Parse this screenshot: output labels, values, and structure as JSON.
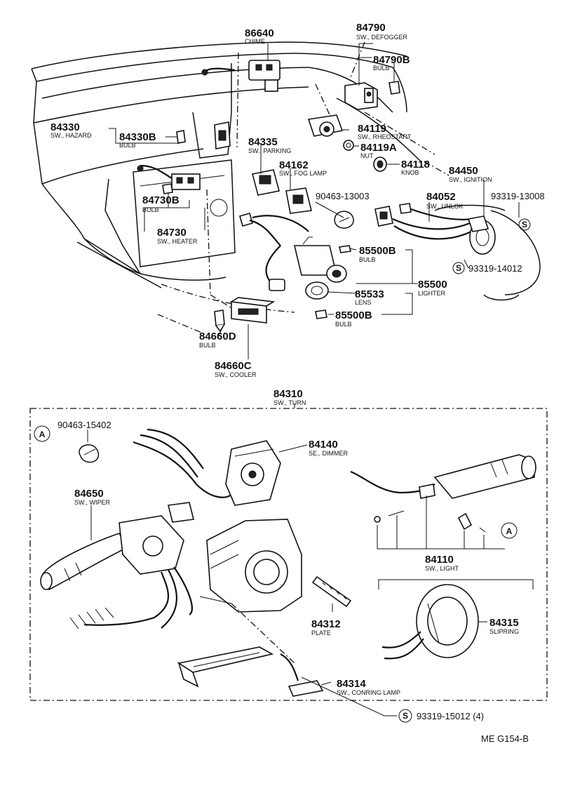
{
  "parts": {
    "p86640": {
      "num": "86640",
      "desc": "CHIME"
    },
    "p84790": {
      "num": "84790",
      "desc": "SW., DEFOGGER"
    },
    "p84790b": {
      "num": "84790B",
      "desc": "BULB"
    },
    "p84330": {
      "num": "84330",
      "desc": "SW., HAZARD"
    },
    "p84330b": {
      "num": "84330B",
      "desc": "BULB"
    },
    "p84119": {
      "num": "84119",
      "desc": "SW., RHEOSTART"
    },
    "p84335": {
      "num": "84335",
      "desc": "SW., PARKING"
    },
    "p84119a": {
      "num": "84119A",
      "desc": "NUT"
    },
    "p84118": {
      "num": "84118",
      "desc": "KNOB"
    },
    "p84162": {
      "num": "84162",
      "desc": "SW., FOG LAMP"
    },
    "p84450": {
      "num": "84450",
      "desc": "SW., IGNITION"
    },
    "p84730b": {
      "num": "84730B",
      "desc": "BULB"
    },
    "p90463_13003": {
      "num": "90463-13003"
    },
    "p84052": {
      "num": "84052",
      "desc": "SW., UNLOK"
    },
    "p93319_13008": {
      "num": "93319-13008"
    },
    "p84730": {
      "num": "84730",
      "desc": "SW., HEATER"
    },
    "p85500b_1": {
      "num": "85500B",
      "desc": "BULB"
    },
    "p93319_14012": {
      "num": "93319-14012"
    },
    "p85500": {
      "num": "85500",
      "desc": "LIGHTER"
    },
    "p85533": {
      "num": "85533",
      "desc": "LENS"
    },
    "p85500b_2": {
      "num": "85500B",
      "desc": "BULB"
    },
    "p84660d": {
      "num": "84660D",
      "desc": "BULB"
    },
    "p84660c": {
      "num": "84660C",
      "desc": "SW., COOLER"
    },
    "p84310": {
      "num": "84310",
      "desc": "SW., TURN"
    },
    "p90463_15402": {
      "num": "90463-15402"
    },
    "p84140": {
      "num": "84140",
      "desc": "SE., DIMMER"
    },
    "p84650": {
      "num": "84650",
      "desc": "SW., WIPER"
    },
    "p84110": {
      "num": "84110",
      "desc": "SW., LIGHT"
    },
    "p84312": {
      "num": "84312",
      "desc": "PLATE"
    },
    "p84315": {
      "num": "84315",
      "desc": "SLIPRING"
    },
    "p84314": {
      "num": "84314",
      "desc": "SW., CONRING LAMP"
    },
    "p93319_15012": {
      "num": "93319-15012 (4)"
    }
  },
  "markers": {
    "a": "A",
    "s": "S"
  },
  "footer": {
    "code": "ME G154-B"
  }
}
